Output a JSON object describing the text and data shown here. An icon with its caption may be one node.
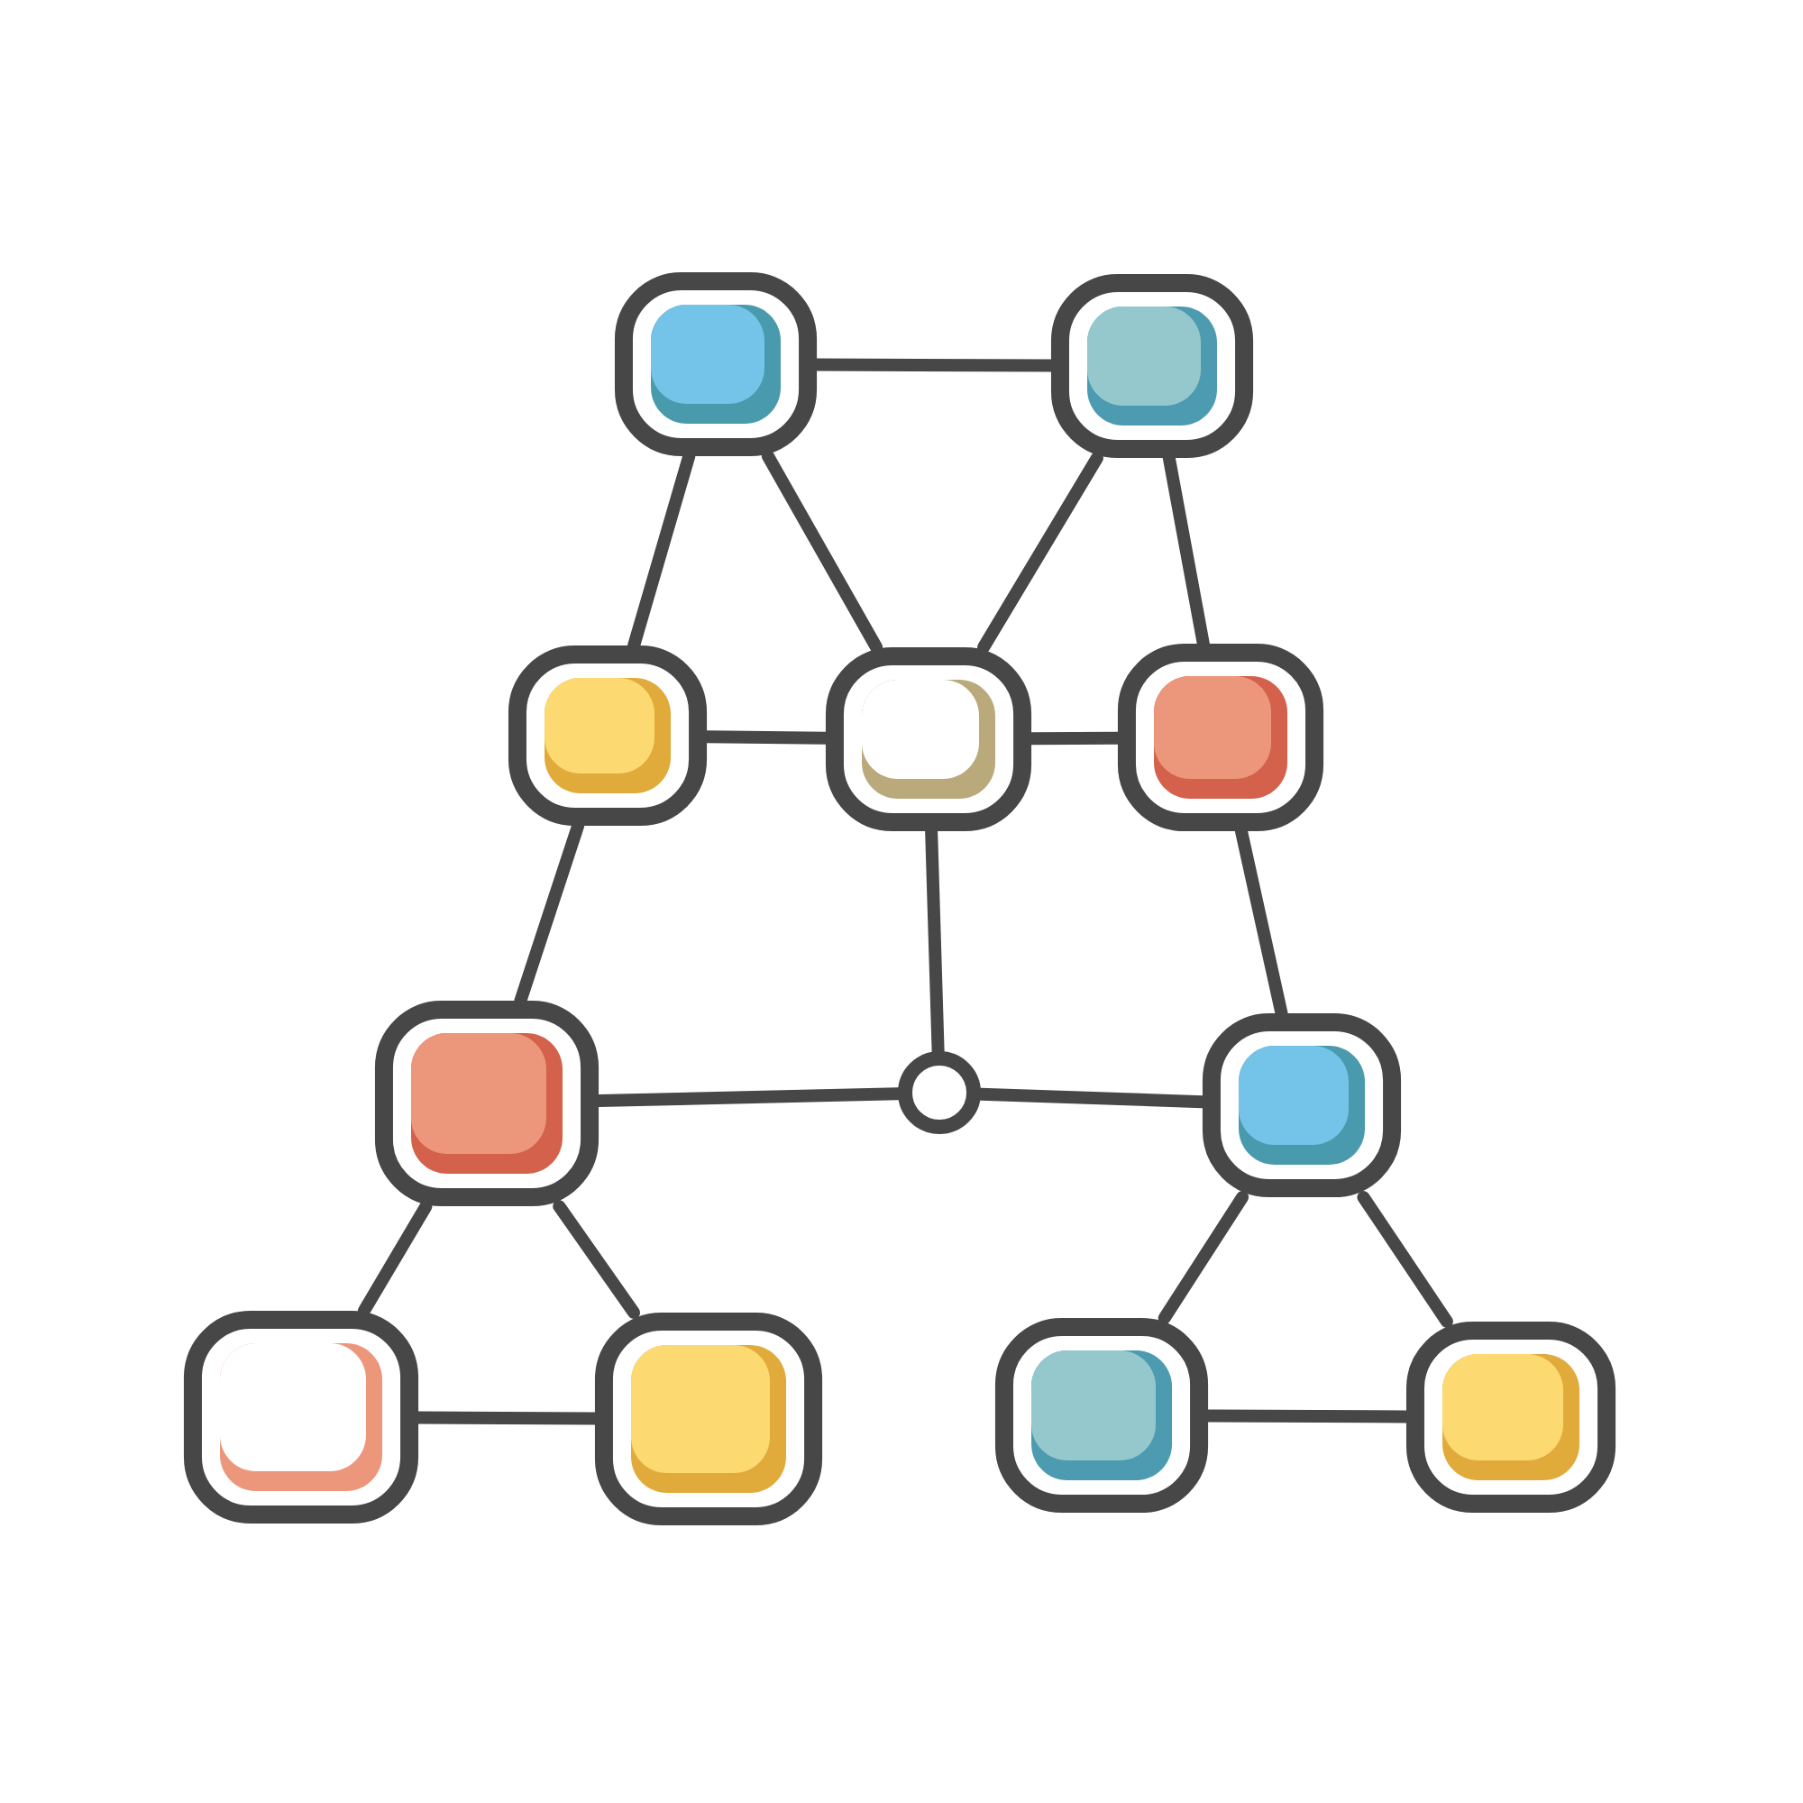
{
  "diagram": {
    "nodes": [
      {
        "text": [],
        "shape": "box"
      },
      {
        "text": [],
        "shape": "box"
      },
      {
        "text": [],
        "shape": "box"
      },
      {
        "text": [],
        "shape": "box"
      },
      {
        "text": [],
        "shape": "box"
      },
      {
        "text": [],
        "shape": "box"
      },
      {
        "text": [],
        "shape": "circle"
      },
      {
        "text": [],
        "shape": "box"
      },
      {
        "text": [],
        "shape": "box"
      },
      {
        "text": [],
        "shape": "box"
      },
      {
        "text": [],
        "shape": "box"
      },
      {
        "text": [],
        "shape": "box"
      }
    ],
    "edges": [
      {
        "from": 0,
        "to": 1,
        "arrow": "none"
      },
      {
        "from": 0,
        "to": 2,
        "arrow": "none"
      },
      {
        "from": 0,
        "to": 3,
        "arrow": "none"
      },
      {
        "from": 1,
        "to": 3,
        "arrow": "none"
      },
      {
        "from": 1,
        "to": 4,
        "arrow": "none"
      },
      {
        "from": 2,
        "to": 3,
        "arrow": "none"
      },
      {
        "from": 3,
        "to": 4,
        "arrow": "none"
      },
      {
        "from": 2,
        "to": 5,
        "arrow": "none"
      },
      {
        "from": 3,
        "to": 6,
        "arrow": "none"
      },
      {
        "from": 5,
        "to": 6,
        "arrow": "none"
      },
      {
        "from": 6,
        "to": 7,
        "arrow": "none"
      },
      {
        "from": 4,
        "to": 7,
        "arrow": "none"
      },
      {
        "from": 5,
        "to": 8,
        "arrow": "none"
      },
      {
        "from": 5,
        "to": 9,
        "arrow": "none"
      },
      {
        "from": 8,
        "to": 9,
        "arrow": "none"
      },
      {
        "from": 7,
        "to": 10,
        "arrow": "none"
      },
      {
        "from": 7,
        "to": 11,
        "arrow": "none"
      },
      {
        "from": 10,
        "to": 11,
        "arrow": "none"
      }
    ]
  }
}
